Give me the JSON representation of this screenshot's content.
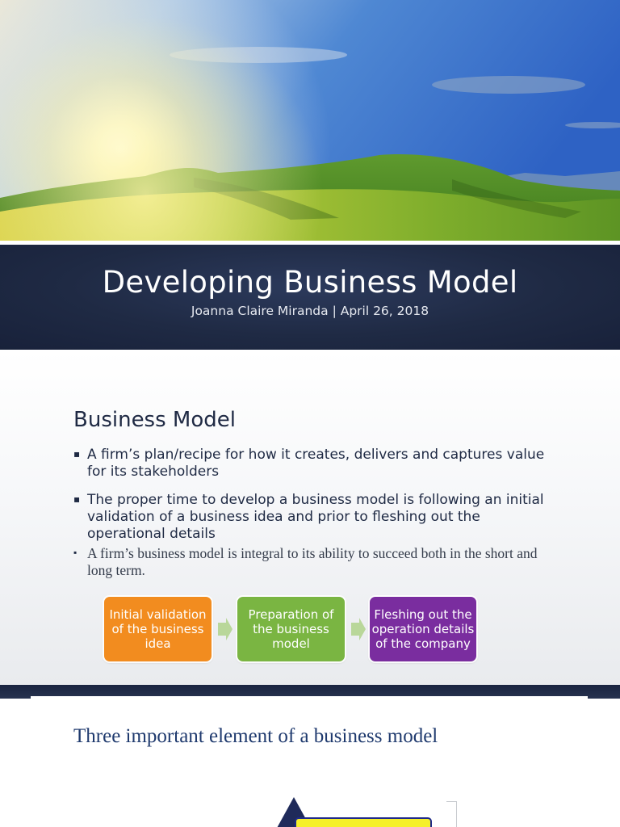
{
  "slide1": {
    "title": "Developing Business Model",
    "subtitle": "Joanna Claire Miranda | April 26, 2018"
  },
  "slide2": {
    "heading": "Business Model",
    "bullet_glyph": "▪",
    "bullets": [
      "A firm’s plan/recipe for how it creates, delivers and captures value for its stakeholders",
      "The proper time to develop a business model is following an initial validation of a business idea and prior to fleshing out the operational details",
      "A firm’s business model is integral to its ability to succeed both in the short and long term."
    ],
    "process": [
      {
        "label": "Initial validation of the business idea",
        "color": "#f28c1f"
      },
      {
        "label": "Preparation of the business model",
        "color": "#7ab542"
      },
      {
        "label": "Fleshing out the operation details of the company",
        "color": "#7a2d9f"
      }
    ]
  },
  "slide3": {
    "heading": "Three important element of a business model"
  },
  "colors": {
    "navy": "#1f2a44",
    "heading_blue": "#1f3a6e",
    "highlight_yellow": "#f5f02a"
  }
}
